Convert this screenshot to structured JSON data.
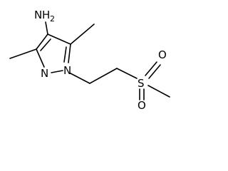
{
  "molecule": {
    "atoms": {
      "amine_n": "N",
      "amine_h": "H",
      "amine_h_count": "2",
      "ring_n2": "N",
      "ring_n1": "N",
      "sulfur": "S",
      "oxygen_top": "O",
      "oxygen_bottom": "O"
    }
  }
}
